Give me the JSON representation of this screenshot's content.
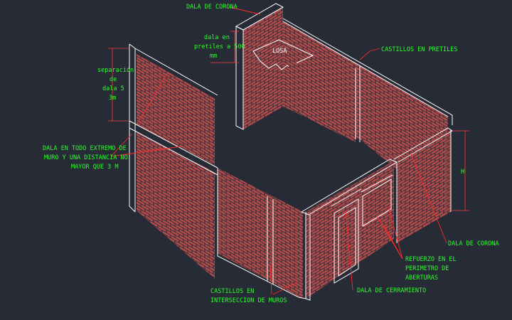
{
  "diagram": {
    "background": "#262b35",
    "colors": {
      "brick": "#b24a4a",
      "mortar": "#2a2f39",
      "edge": "#ffffff",
      "label": "#2bff2b",
      "leader": "#ff2a2a"
    },
    "labels": {
      "dala_corona_top": "DALA DE CORONA",
      "dala_pretiles_1": "dala en",
      "dala_pretiles_2": "pretiles a 500",
      "dala_pretiles_3": "mm",
      "losa": "LOSA",
      "castillos_pretiles": "CASTILLOS EN PRETILES",
      "separacion_1": "separación",
      "separacion_2": "de",
      "separacion_3": "dala 5",
      "separacion_4": "3m",
      "dala_extremo_1": "DALA EN TODO EXTREMO DE",
      "dala_extremo_2": "MURO Y UNA DISTANCIA NO",
      "dala_extremo_3": "MAYOR QUE 3 M",
      "h": "H",
      "dala_corona_right": "DALA DE CORONA",
      "refuerzo_1": "REFUERZO EN EL",
      "refuerzo_2": "PERIMETRO DE",
      "refuerzo_3": "ABERTURAS",
      "dala_cerramiento": "DALA DE CERRAMIENTO",
      "castillos_inter_1": "CASTILLOS EN",
      "castillos_inter_2": "INTERSECCION DE MUROS"
    }
  }
}
